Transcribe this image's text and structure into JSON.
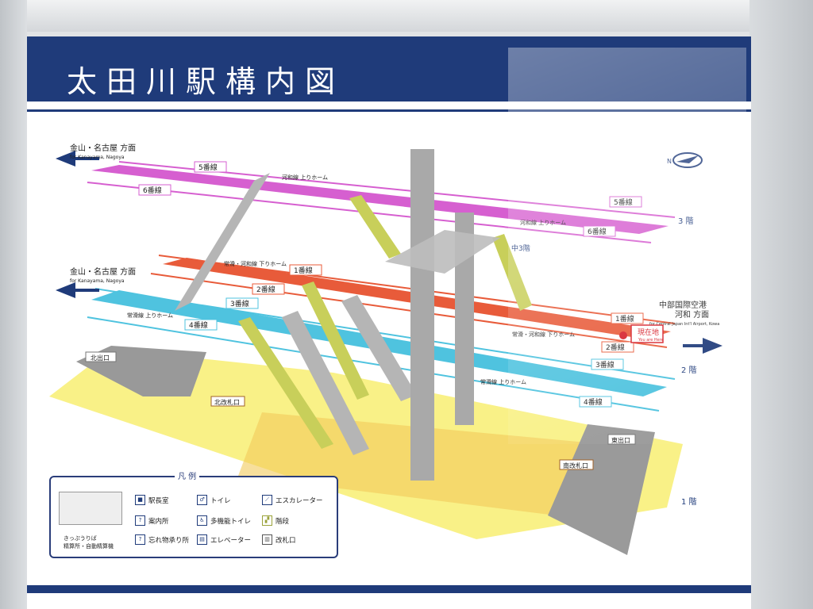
{
  "title": "太田川駅構内図",
  "compass": "N",
  "directions": {
    "top_left": {
      "ja": "金山・名古屋 方面",
      "en": "for Kanayama, Nagoya"
    },
    "mid_left": {
      "ja": "金山・名古屋 方面",
      "en": "for Kanayama, Nagoya"
    },
    "right_ja_1": "中部国際空港",
    "right_ja_2": "河和 方面",
    "right_en": "for Central Japan Int'l Airport, Kowa"
  },
  "floors": {
    "f3": "3 階",
    "f2": "2 階",
    "f1": "1 階",
    "m3": "中3階"
  },
  "platforms": {
    "p5a": "5番線",
    "p6a": "6番線",
    "p5b": "5番線",
    "p6b": "6番線",
    "p1a": "1番線",
    "p2a": "2番線",
    "p3a": "3番線",
    "p4a": "4番線",
    "p1b": "1番線",
    "p2b": "2番線",
    "p3b": "3番線",
    "p4b": "4番線"
  },
  "platform_nums": {
    "p5a": "5",
    "p6a": "6",
    "p5b": "5",
    "p6b": "6",
    "p1a": "1",
    "p2a": "2",
    "p3a": "3",
    "p4a": "4",
    "p1b": "1",
    "p2b": "2",
    "p3b": "3",
    "p4b": "4"
  },
  "home_labels": {
    "kowa_up": "河和線 上りホーム",
    "kowa_up2": "河和線 上りホーム",
    "tokoname_kowa_down": "常滑・河和線 下りホーム",
    "tokoname_up": "常滑線 上りホーム",
    "tokoname_kowa_down2": "常滑・河和線 下りホーム",
    "tokoname_up2": "常滑線 上りホーム"
  },
  "exits": {
    "north": "北出口",
    "east": "東出口",
    "north_gate": "北改札口",
    "south_gate": "南改札口"
  },
  "here": {
    "ja": "現在地",
    "en": "You are Here"
  },
  "legend": {
    "title": "凡 例",
    "stationmaster": "駅長室",
    "info": "案内所",
    "lost": "忘れ物承り所",
    "toilet": "トイレ",
    "multi_toilet": "多機能トイレ",
    "elevator": "エレベーター",
    "escalator": "エスカレーター",
    "stairs": "階段",
    "gate": "改札口",
    "ticket_1": "きっぷうりば",
    "ticket_2": "精算所・自動精算機"
  },
  "colors": {
    "floor3": "#d65fd0",
    "line12": "#e85b3a",
    "line34": "#4fc3df",
    "floor1": "#f7ef6a",
    "navy": "#1f3b7a",
    "column": "#a9a9a9",
    "here_red": "#d6202a"
  }
}
